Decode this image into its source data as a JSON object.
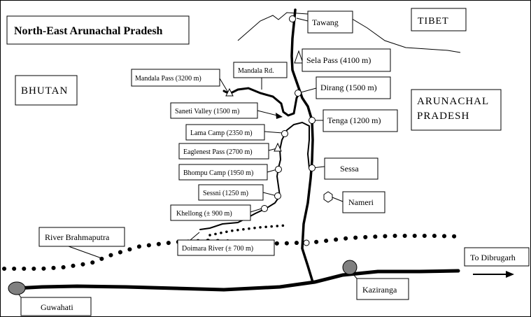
{
  "title": "North-East Arunachal Pradesh",
  "regions": {
    "tibet": "TIBET",
    "bhutan": "BHUTAN",
    "arunachal_line1": "ARUNACHAL",
    "arunachal_line2": "PRADESH"
  },
  "places": {
    "tawang": "Tawang",
    "sela_pass": "Sela Pass (4100 m)",
    "dirang": "Dirang (1500 m)",
    "tenga": "Tenga (1200 m)",
    "sessa": "Sessa",
    "nameri": "Nameri",
    "mandala_pass": "Mandala Pass (3200 m)",
    "mandala_rd": "Mandala Rd.",
    "saneti_valley": "Saneti Valley (1500 m)",
    "lama_camp": "Lama Camp (2350 m)",
    "eaglenest_pass": "Eaglenest Pass (2700 m)",
    "bhompu_camp": "Bhompu Camp (1950 m)",
    "sessni": "Sessni (1250 m)",
    "khellong": "Khellong (± 900 m)",
    "river_brahmaputra": "River Brahmaputra",
    "doimara_river": "Doimara River (± 700 m)",
    "to_dibrugarh": "To Dibrugarh",
    "kaziranga": "Kaziranga",
    "guwahati": "Guwahati"
  },
  "icons": {
    "town": "circle-marker",
    "pass": "triangle-marker",
    "reserve": "hexagon-marker",
    "park": "grey-ellipse-marker",
    "direction": "right-arrow"
  },
  "colors": {
    "ink": "#000000",
    "park_fill": "#808080"
  }
}
